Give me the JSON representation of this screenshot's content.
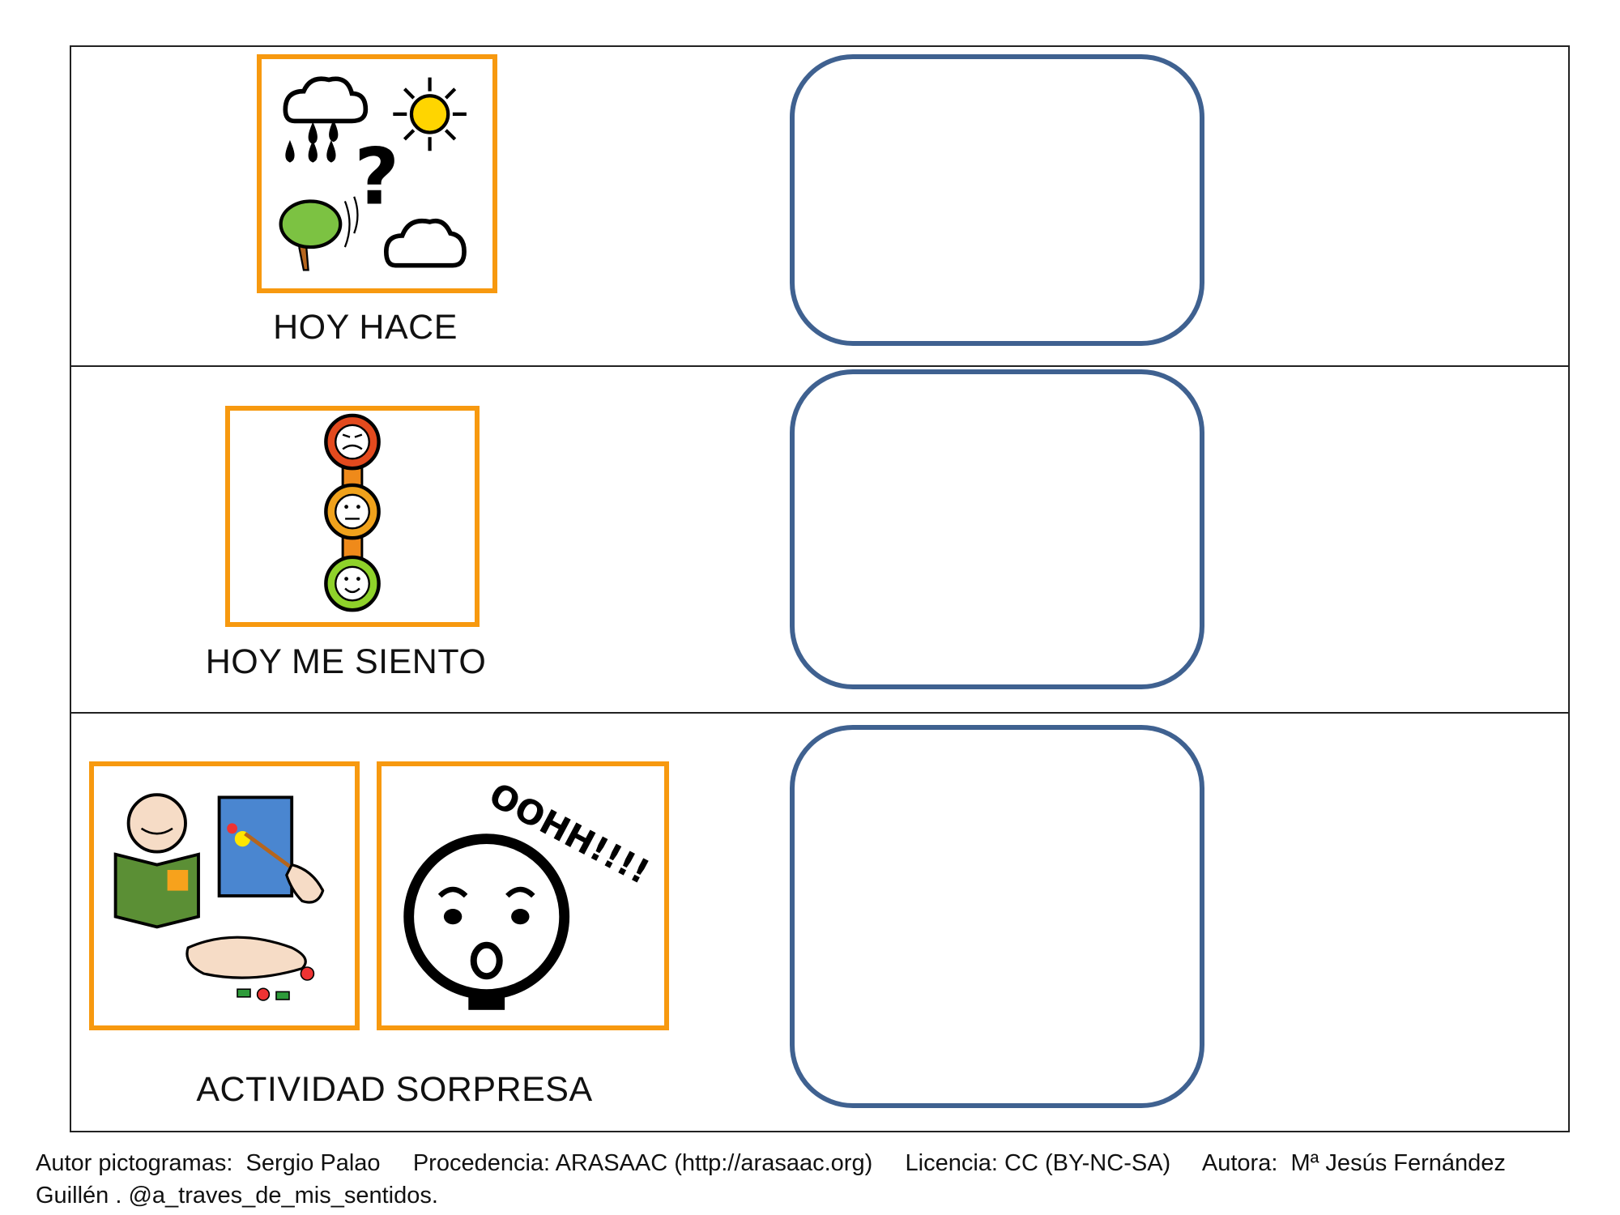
{
  "rows": [
    {
      "label": "HOY HACE",
      "pictograms": [
        "weather-question-pictogram"
      ]
    },
    {
      "label": "HOY ME SIENTO",
      "pictograms": [
        "emotion-thermometer-pictogram"
      ]
    },
    {
      "label": "ACTIVIDAD SORPRESA",
      "pictograms": [
        "activities-pictogram",
        "surprise-face-pictogram"
      ],
      "surprise_text": "OOHH!!!!"
    }
  ],
  "footer": {
    "line1": "Autor pictogramas:  Sergio Palao     Procedencia: ARASAAC (http://arasaac.org)     Licencia: CC (BY-NC-SA)     Autora:  Mª Jesús Fernández",
    "line2": "Guillén . @a_traves_de_mis_sentidos."
  },
  "colors": {
    "picto_border": "#f7990f",
    "answer_border": "#3f6190"
  }
}
